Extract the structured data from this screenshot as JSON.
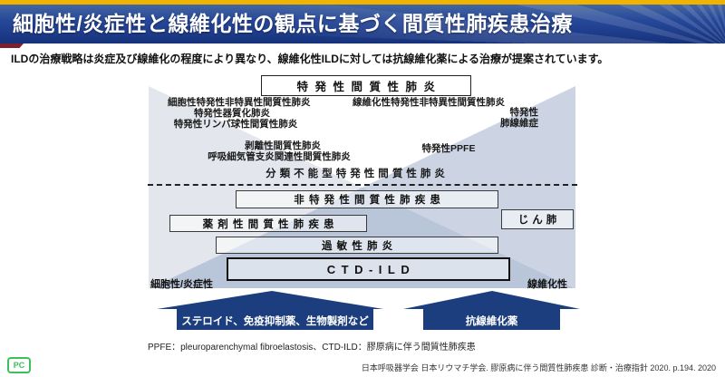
{
  "header": {
    "title": "細胞性/炎症性と線維化性の観点に基づく間質性肺疾患治療",
    "subtitle": "ILDの治療戦略は炎症及び線維化の程度により異なり、線維化性ILDに対しては抗線維化薬による治療が提案されています。"
  },
  "diagram": {
    "top_box": "特発性間質性肺炎",
    "cellular_items": {
      "item1": "細胞性特発性非特異性間質性肺炎",
      "item2": "特発性器質化肺炎",
      "item3": "特発性リンパ球性間質性肺炎",
      "item4": "剥離性間質性肺炎",
      "item5": "呼吸細気管支炎関連性間質性肺炎"
    },
    "fibrotic_items": {
      "item1": "線維化性特発性非特異性間質性肺炎",
      "ipf_line1": "特発性",
      "ipf_line2": "肺線維症",
      "ppfe": "特発性PPFE"
    },
    "unclassifiable": "分類不能型特発性間質性肺炎",
    "boxes": {
      "non_idiopathic": "非特発性間質性肺疾患",
      "drug_induced": "薬剤性間質性肺疾患",
      "pneumoconiosis": "じん肺",
      "hypersensitivity": "過敏性肺炎",
      "ctd_ild": "CTD-ILD"
    },
    "axis_left": "細胞性/炎症性",
    "axis_right": "線維化性",
    "arrow_left": "ステロイド、免疫抑制薬、生物製剤など",
    "arrow_right": "抗線維化薬"
  },
  "footnote": "PPFE：pleuroparenchymal fibroelastosis、CTD-ILD：膠原病に伴う間質性肺疾患",
  "citation": "日本呼吸器学会 日本リウマチ学会. 膠原病に伴う間質性肺疾患 診断・治療指針 2020. p.194. 2020",
  "logo_text": "PC",
  "colors": {
    "accent_yellow": "#f0b300",
    "header_navy": "#1c3e7e",
    "red_accent": "#7d1f2d",
    "triangle_cellular": "#e3e6ec",
    "triangle_fibrotic": "#ccd4e4",
    "triangle_overlap": "#b9c5d9",
    "arrow_navy": "#1c3e7e",
    "logo_green": "#3cc05e"
  }
}
